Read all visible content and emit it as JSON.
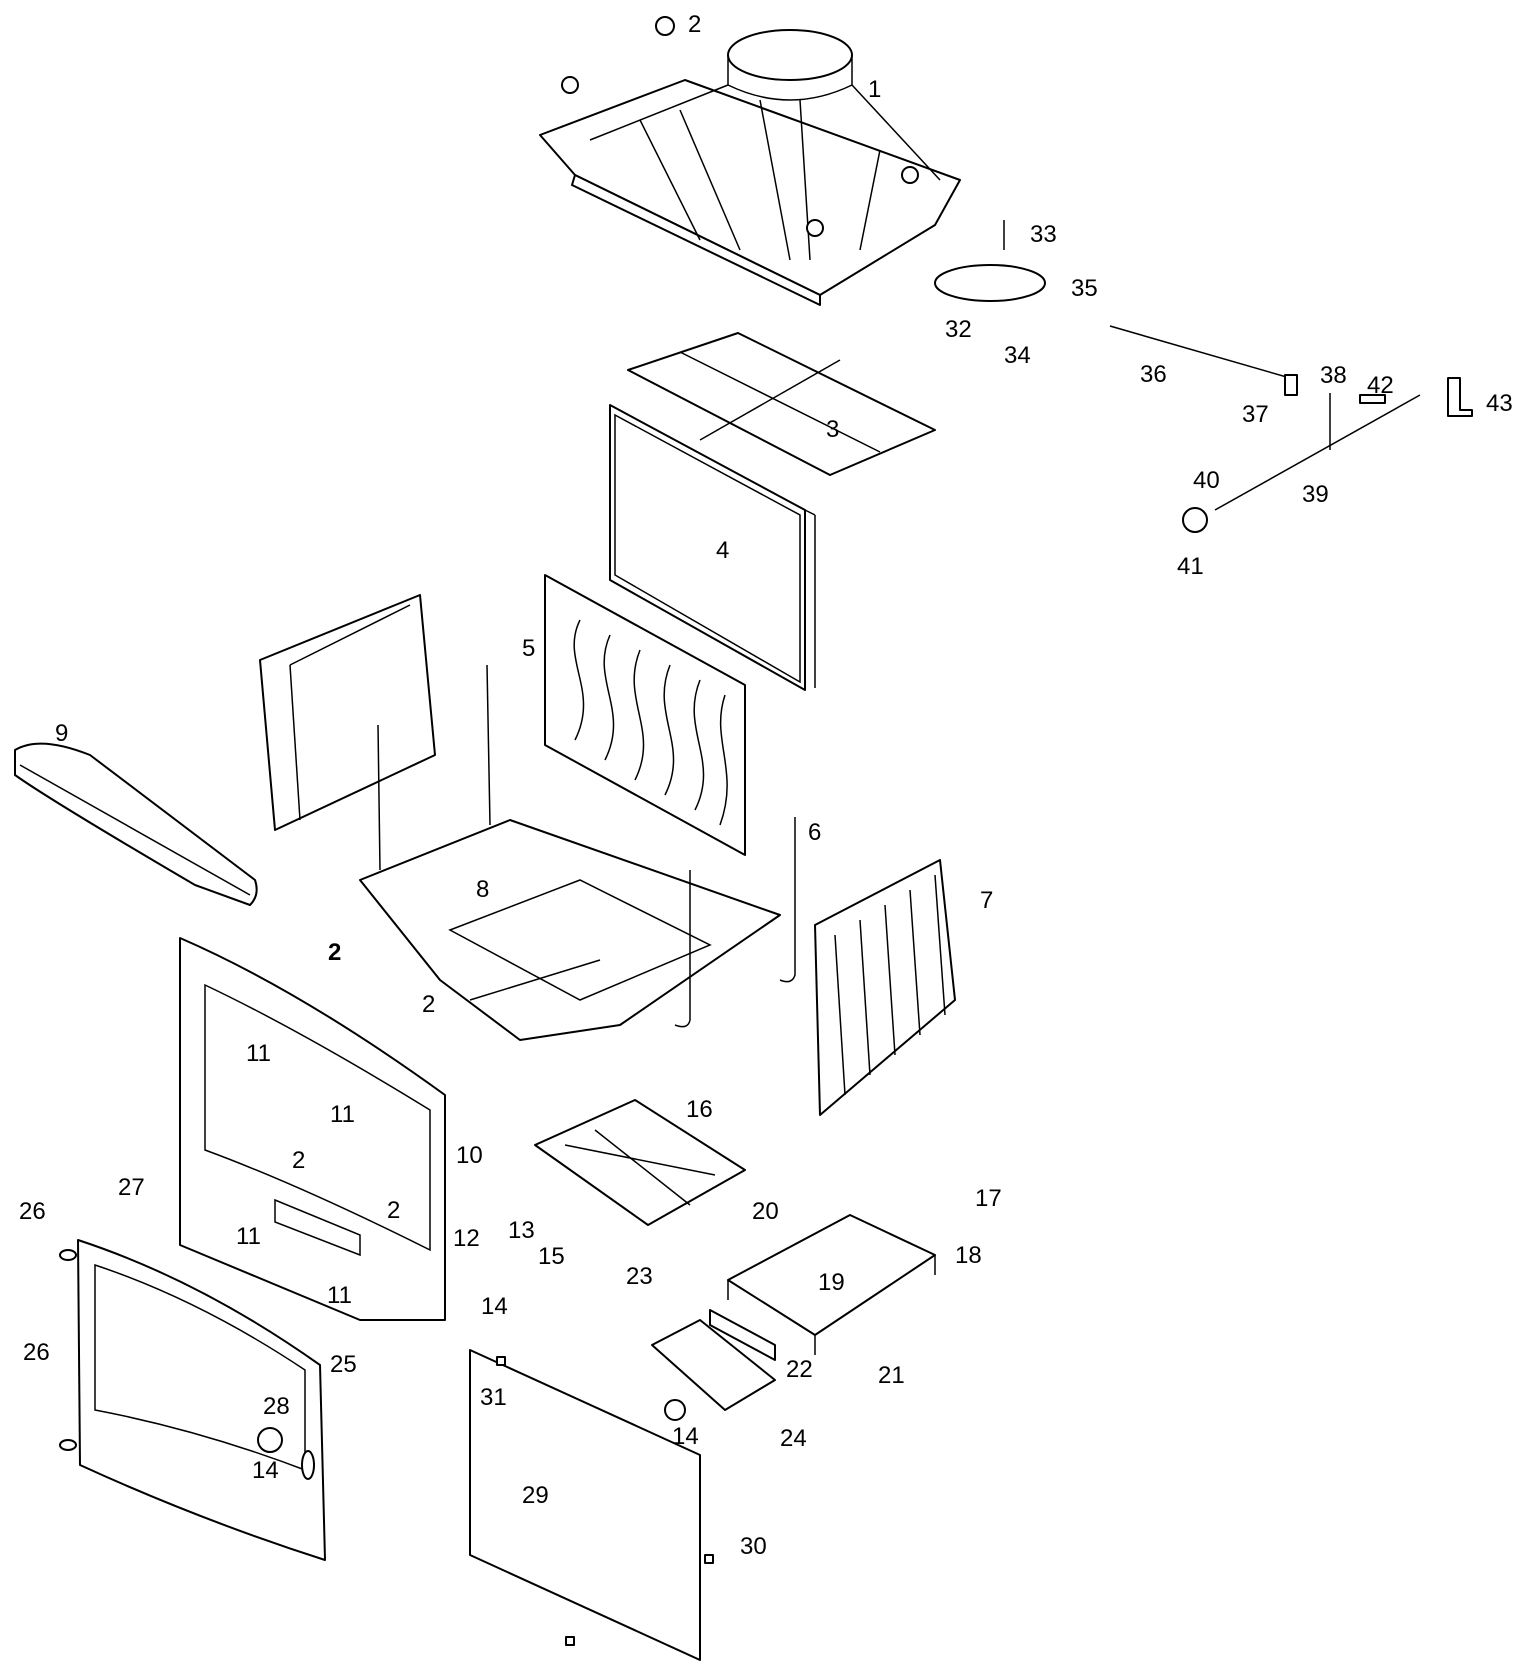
{
  "colors": {
    "line": "#000000",
    "background": "#ffffff"
  },
  "callouts": [
    {
      "id": "c1",
      "text": "1"
    },
    {
      "id": "c2a",
      "text": "2"
    },
    {
      "id": "c2b",
      "text": "2",
      "bold": true
    },
    {
      "id": "c2c",
      "text": "2"
    },
    {
      "id": "c2d",
      "text": "2"
    },
    {
      "id": "c2e",
      "text": "2"
    },
    {
      "id": "c3",
      "text": "3"
    },
    {
      "id": "c4",
      "text": "4"
    },
    {
      "id": "c5",
      "text": "5"
    },
    {
      "id": "c6",
      "text": "6"
    },
    {
      "id": "c7",
      "text": "7"
    },
    {
      "id": "c8",
      "text": "8"
    },
    {
      "id": "c9",
      "text": "9"
    },
    {
      "id": "c10",
      "text": "10"
    },
    {
      "id": "c11a",
      "text": "11"
    },
    {
      "id": "c11b",
      "text": "11"
    },
    {
      "id": "c11c",
      "text": "11"
    },
    {
      "id": "c11d",
      "text": "11"
    },
    {
      "id": "c12",
      "text": "12"
    },
    {
      "id": "c13",
      "text": "13"
    },
    {
      "id": "c14a",
      "text": "14"
    },
    {
      "id": "c14b",
      "text": "14"
    },
    {
      "id": "c14c",
      "text": "14"
    },
    {
      "id": "c15",
      "text": "15"
    },
    {
      "id": "c16",
      "text": "16"
    },
    {
      "id": "c17",
      "text": "17"
    },
    {
      "id": "c18",
      "text": "18"
    },
    {
      "id": "c19",
      "text": "19"
    },
    {
      "id": "c20",
      "text": "20"
    },
    {
      "id": "c21",
      "text": "21"
    },
    {
      "id": "c22",
      "text": "22"
    },
    {
      "id": "c23",
      "text": "23"
    },
    {
      "id": "c24",
      "text": "24"
    },
    {
      "id": "c25",
      "text": "25"
    },
    {
      "id": "c26a",
      "text": "26"
    },
    {
      "id": "c26b",
      "text": "26"
    },
    {
      "id": "c27",
      "text": "27"
    },
    {
      "id": "c28",
      "text": "28"
    },
    {
      "id": "c29",
      "text": "29"
    },
    {
      "id": "c30",
      "text": "30"
    },
    {
      "id": "c31",
      "text": "31"
    },
    {
      "id": "c32",
      "text": "32"
    },
    {
      "id": "c33",
      "text": "33"
    },
    {
      "id": "c34",
      "text": "34"
    },
    {
      "id": "c35",
      "text": "35"
    },
    {
      "id": "c36",
      "text": "36"
    },
    {
      "id": "c37",
      "text": "37"
    },
    {
      "id": "c38",
      "text": "38"
    },
    {
      "id": "c39",
      "text": "39"
    },
    {
      "id": "c40",
      "text": "40"
    },
    {
      "id": "c41",
      "text": "41"
    },
    {
      "id": "c42",
      "text": "42"
    },
    {
      "id": "c43",
      "text": "43"
    }
  ]
}
